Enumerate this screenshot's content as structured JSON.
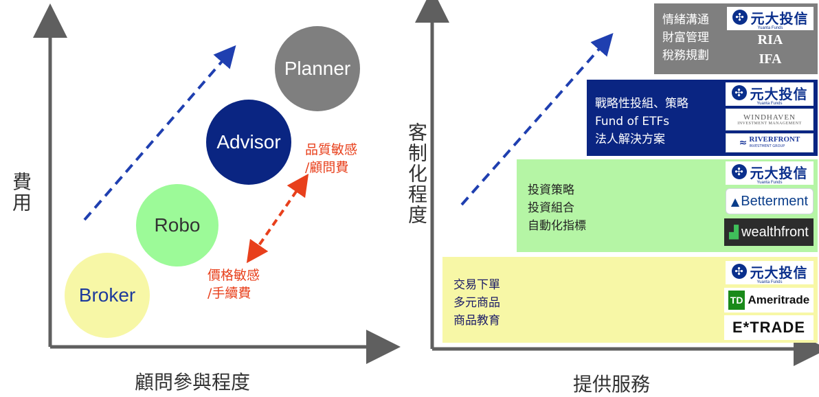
{
  "left": {
    "y_label": "費用",
    "x_label": "顧問參與程度",
    "circles": [
      {
        "label": "Broker",
        "color": "#f7f7a6",
        "text_color": "#1d3a9c"
      },
      {
        "label": "Robo",
        "color": "#9cfa98",
        "text_color": "#333333"
      },
      {
        "label": "Advisor",
        "color": "#0a2582",
        "text_color": "#ffffff"
      },
      {
        "label": "Planner",
        "color": "#7f7f7f",
        "text_color": "#ffffff"
      }
    ],
    "annotation_quality": [
      "品質敏感",
      "/顧問費"
    ],
    "annotation_price": [
      "價格敏感",
      "/手續費"
    ]
  },
  "right": {
    "y_label": "客制化程度",
    "x_label": "提供服務",
    "tiers": [
      {
        "lines": [
          "交易下單",
          "多元商品",
          "商品教育"
        ],
        "color": "#f7f7a6",
        "text_color": "#1a1a66",
        "logos": [
          "yuanta",
          "Ameritrade",
          "E*TRADE"
        ]
      },
      {
        "lines": [
          "投資策略",
          "投資組合",
          "自動化指標"
        ],
        "color": "#b5f5a5",
        "text_color": "#222222",
        "logos": [
          "yuanta",
          "Betterment",
          "wealthfront"
        ]
      },
      {
        "lines": [
          "戰略性投組、策略",
          "Fund of ETFs",
          "法人解決方案"
        ],
        "color": "#0a2582",
        "text_color": "#ffffff",
        "logos": [
          "yuanta",
          "WINDHAVEN",
          "RIVERFRONT"
        ]
      },
      {
        "lines": [
          "情緒溝通",
          "財富管理",
          "稅務規劃"
        ],
        "color": "#7f7f7f",
        "text_color": "#ffffff",
        "logos": [
          "yuanta"
        ],
        "extra": [
          "RIA",
          "IFA"
        ]
      }
    ]
  },
  "logos": {
    "yuanta_name": "元大投信",
    "yuanta_sub": "Yuanta Funds",
    "ameritrade": "Ameritrade",
    "td": "TD",
    "etrade": "E*TRADE",
    "betterment": "Betterment",
    "wealthfront": "wealthfront",
    "windhaven_1": "WINDHAVEN",
    "windhaven_2": "INVESTMENT MANAGEMENT",
    "riverfront_1": "RIVERFRONT",
    "riverfront_2": "INVESTMENT GROUP"
  },
  "colors": {
    "axis": "#5f5f5f",
    "dash_blue": "#1f3fb0",
    "dash_red": "#e8401c"
  }
}
